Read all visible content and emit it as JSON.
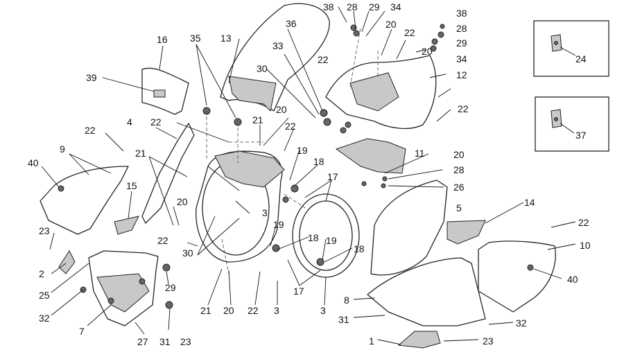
{
  "labels": [
    "38",
    "28",
    "29",
    "34",
    "36",
    "33",
    "30",
    "13",
    "16",
    "35",
    "39",
    "22",
    "20",
    "21",
    "4",
    "9",
    "40",
    "15",
    "23",
    "2",
    "25",
    "32",
    "7",
    "27",
    "31",
    "19",
    "18",
    "17",
    "3",
    "12",
    "11",
    "26",
    "5",
    "14",
    "10",
    "8",
    "1",
    "24",
    "37"
  ],
  "inset_labels": {
    "top": "24",
    "bottom": "37"
  }
}
